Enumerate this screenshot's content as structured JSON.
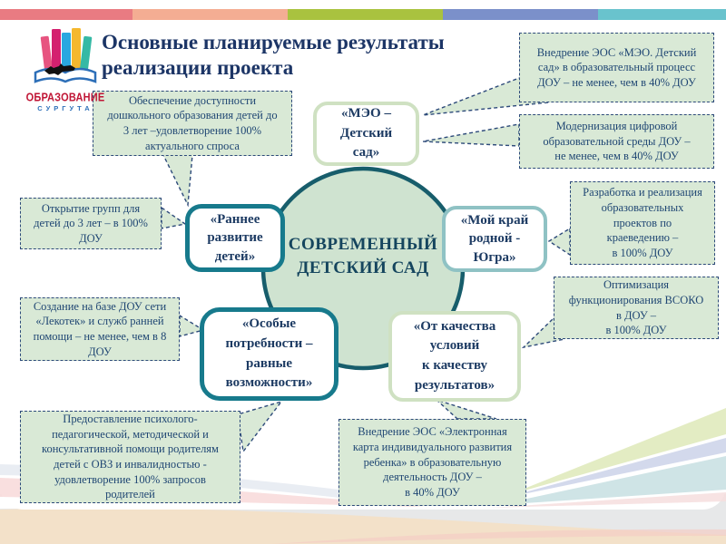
{
  "slide": {
    "title": "Основные планируемые результаты\nреализации проекта",
    "logo": {
      "org": "ОБРАЗОВАНИЕ",
      "city": "СУРГУТА"
    },
    "center_label": "СОВРЕМЕННЫЙ\nДЕТСКИЙ САД",
    "nodes": {
      "meo": "«МЭО –\nДетский\nсад»",
      "early": "«Раннее\nразвитие\nдетей»",
      "region": "«Мой край\nродной -\nЮгра»",
      "special": "«Особые\nпотребности –\nравные\nвозможности»",
      "quality": "«От качества\nусловий\nк качеству\nрезультатов»"
    },
    "callouts": {
      "access": "Обеспечение доступности\nдошкольного образования детей до\n3 лет –удовлетворение 100%\nактуального спроса",
      "groups": "Открытие групп для\nдетей до 3 лет – в 100%\nДОУ",
      "lekotek": "Создание на базе ДОУ сети\n«Лекотек» и служб ранней\nпомощи – не менее, чем в 8\nДОУ",
      "support": "Предоставление психолого-\nпедагогической, методической и\nконсультативной помощи родителям\nдетей с ОВЗ и инвалидностью -\nудовлетворение 100% запросов\nродителей",
      "meo_eos": "Внедрение ЭОС «МЭО. Детский\nсад» в образовательный процесс\nДОУ – не менее, чем в 40% ДОУ",
      "digital": "Модернизация цифровой\nобразовательной среды ДОУ –\nне менее, чем в 40% ДОУ",
      "projects": "Разработка и реализация\nобразовательных\nпроектов по\nкраеведению –\nв 100% ДОУ",
      "vsoko": "Оптимизация\nфункционирования ВСОКО\nв ДОУ –\nв 100% ДОУ",
      "ecard": "Внедрение ЭОС «Электронная\nкарта индивидуального развития\nребенка» в образовательную\nдеятельность ДОУ –\nв 40% ДОУ"
    },
    "colors": {
      "topbar": [
        "#e97b82",
        "#f4ad93",
        "#a9c23f",
        "#7b90ca",
        "#69c3cd"
      ],
      "callout_fill": "#d9e9d6",
      "callout_border": "#2d4a7a",
      "circle_fill": "#cfe3d0",
      "circle_stroke": "#175d6b",
      "node_border_sage": "#cfe1c2",
      "node_border_teal_light": "#8fc2c4",
      "node_border_teal_dark": "#177a8c",
      "text_navy": "#1d3b63",
      "title_navy": "#1c3566",
      "logo_red": "#c01535",
      "logo_blue": "#2d6fb8"
    }
  }
}
